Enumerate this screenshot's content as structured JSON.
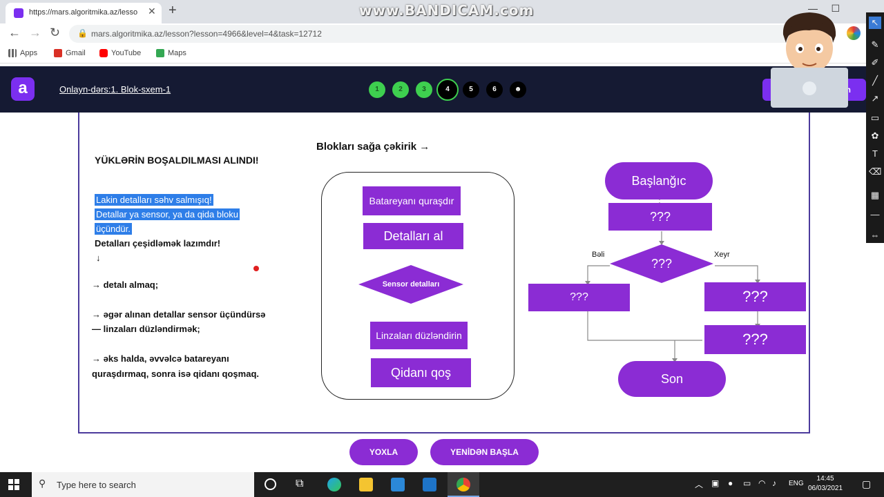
{
  "browser": {
    "tab_title": "https://mars.algoritmika.az/lesso",
    "url": "mars.algoritmika.az/lesson?lesson=4966&level=4&task=12712",
    "watermark": "www.BANDICAM.com",
    "bookmarks": [
      {
        "label": "Apps",
        "icon": "apps-grid-icon",
        "color": "#555555"
      },
      {
        "label": "Gmail",
        "icon": "gmail-icon",
        "color": "#d93025"
      },
      {
        "label": "YouTube",
        "icon": "youtube-icon",
        "color": "#ff0000"
      },
      {
        "label": "Maps",
        "icon": "maps-icon",
        "color": "#34a853"
      }
    ]
  },
  "app": {
    "logo": "a",
    "lesson_title": "Onlayn-dərs:1. Blok-sxem-1",
    "steps": [
      {
        "label": "1",
        "state": "done"
      },
      {
        "label": "2",
        "state": "done"
      },
      {
        "label": "3",
        "state": "done"
      },
      {
        "label": "4",
        "state": "current"
      },
      {
        "label": "5",
        "state": "todo"
      },
      {
        "label": "6",
        "state": "todo"
      },
      {
        "label": "☻",
        "state": "todo"
      }
    ],
    "right_button_fragment": "n",
    "accent": "#8b2cd4",
    "header_bg": "#151a33"
  },
  "task": {
    "heading": "YÜKLƏRİN BOŞALDILMASI ALINDI!",
    "highlight_lines": [
      "Lakin detalları səhv salmışıq!",
      "Detallar ya sensor, ya da qida bloku",
      "üçündür."
    ],
    "sort_line": "Detalları çeşidləmək lazımdır!",
    "arrow_down": "↓",
    "steps": [
      "→ detalı almaq;",
      "→ əgər alınan detallar sensor üçündürsə",
      "— linzaları düzləndirmək;",
      "→ əks halda, əvvəlcə batareyanı",
      "quraşdırmaq, sonra isə qidanı qoşmaq."
    ]
  },
  "palette": {
    "title": "Blokları sağa çəkirik →",
    "blocks": [
      "Batareyanı quraşdır",
      "Detalları al",
      "Sensor detalları",
      "Linzaları düzləndirin",
      "Qidanı qoş"
    ]
  },
  "flowchart": {
    "start": "Başlanğıc",
    "end": "Son",
    "placeholder": "???",
    "yes_label": "Bəli",
    "no_label": "Xeyr"
  },
  "actions": {
    "check": "YOXLA",
    "restart": "YENİDƏN BAŞLA"
  },
  "taskbar": {
    "search_placeholder": "Type here to search",
    "lang": "ENG",
    "time": "14:45",
    "date": "06/03/2021"
  }
}
